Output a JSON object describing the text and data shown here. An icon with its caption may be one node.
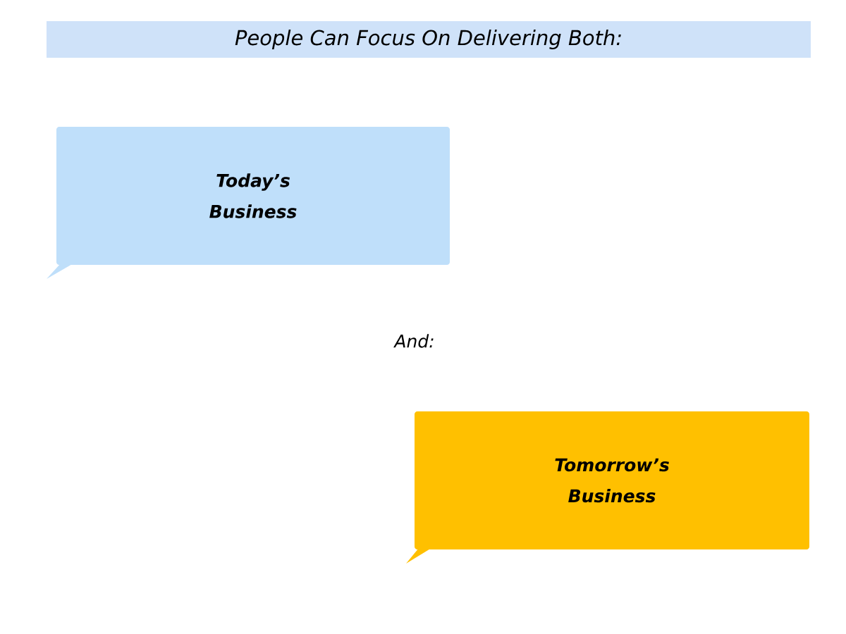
{
  "diagram": {
    "title": "People Can Focus On Delivering Both:",
    "nodes": [
      {
        "text": [
          "Today’s Business"
        ]
      },
      {
        "text": [
          "Tomorrow’s Business"
        ]
      }
    ],
    "labels": [
      "And:"
    ]
  }
}
